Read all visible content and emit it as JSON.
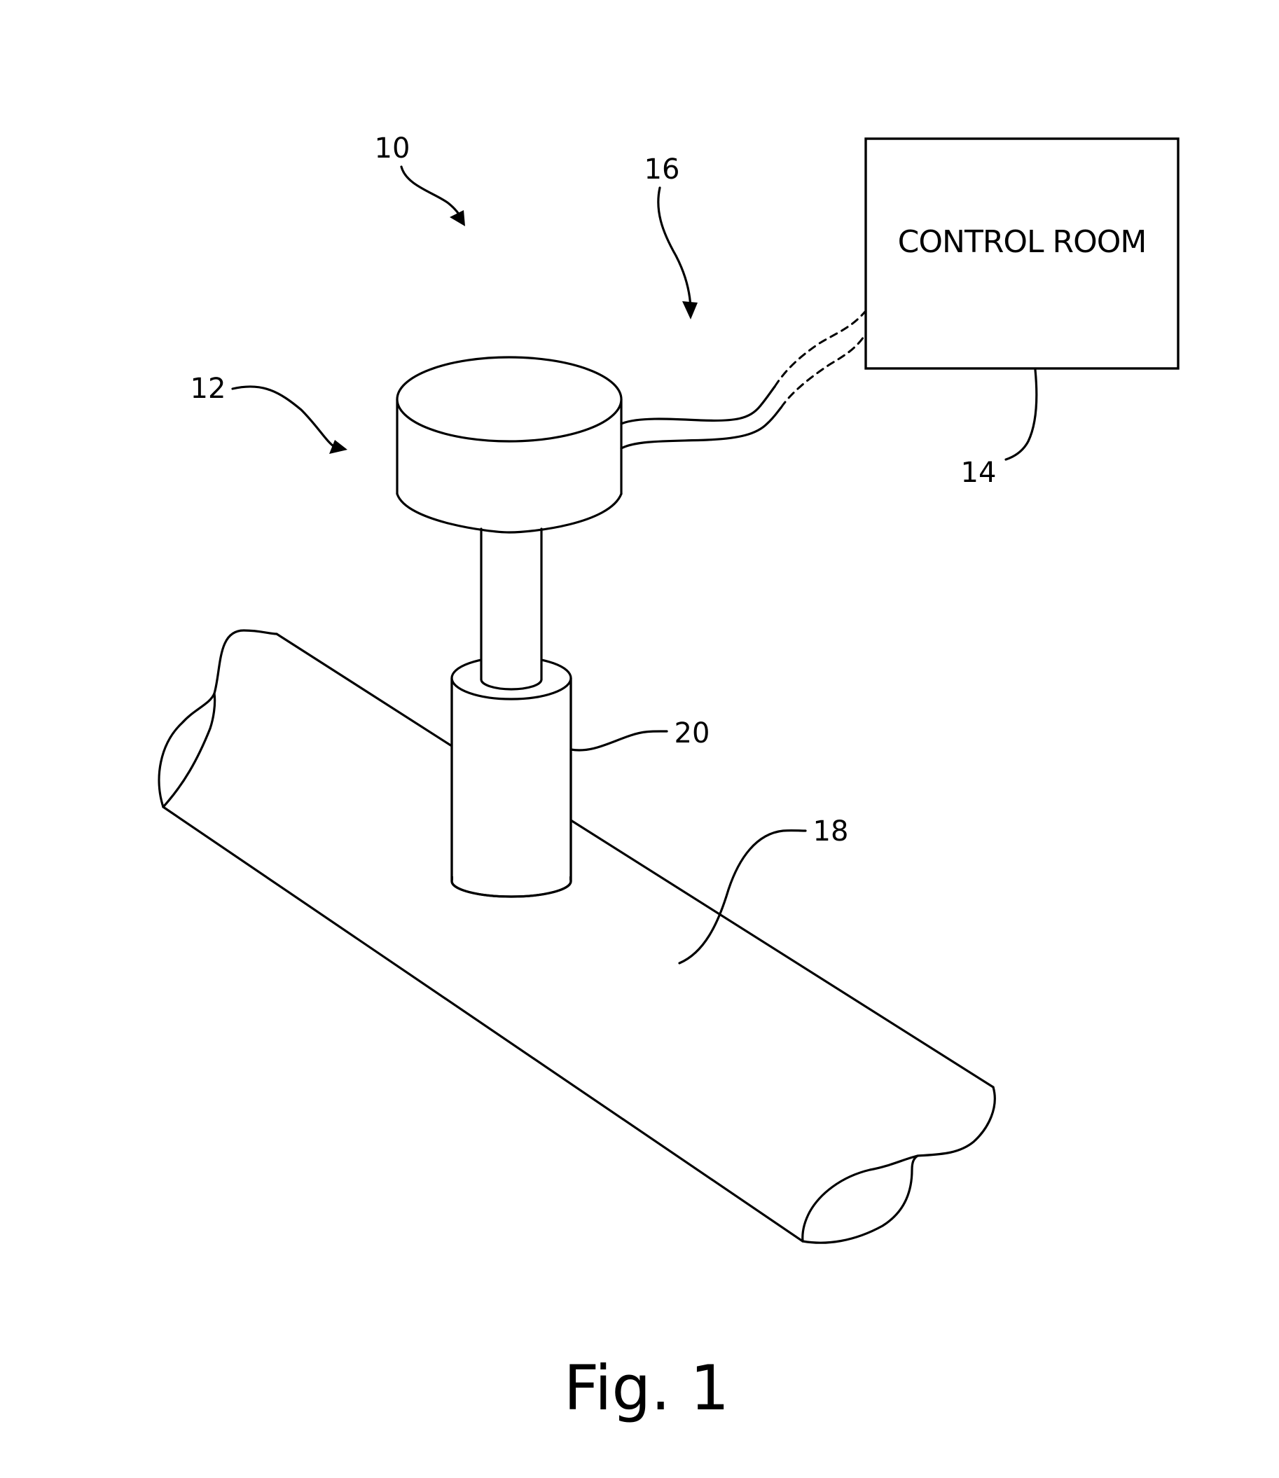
{
  "figure": {
    "caption": "Fig. 1",
    "control_room_label": "CONTROL ROOM",
    "reference_numerals": {
      "system": "10",
      "transmitter": "12",
      "control_room": "14",
      "link": "16",
      "pipe": "18",
      "fitting": "20"
    }
  }
}
